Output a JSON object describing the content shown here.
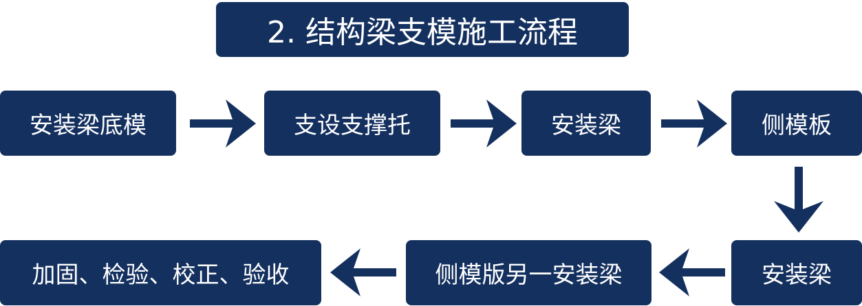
{
  "title": "2. 结构梁支模施工流程",
  "colors": {
    "box_fill": "#14305f",
    "box_text": "#ffffff",
    "arrow": "#14305f"
  },
  "steps": [
    "安装梁底模",
    "支设支撑托",
    "安装梁",
    "侧模板",
    "安装梁",
    "侧模版另一安装梁",
    "加固、检验、校正、验收"
  ]
}
